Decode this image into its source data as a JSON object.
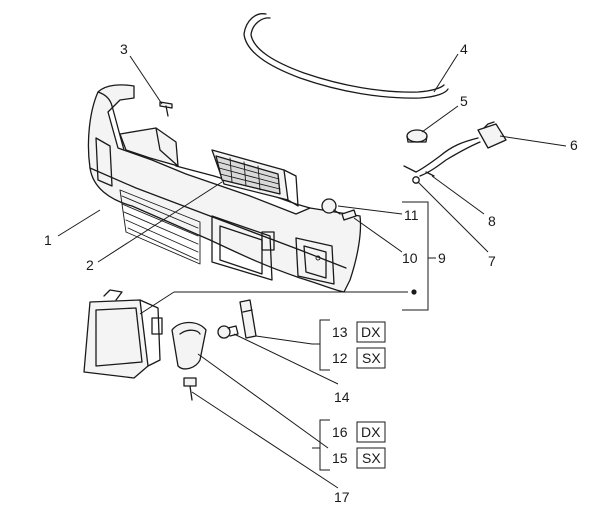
{
  "callouts": {
    "c1": "1",
    "c2": "2",
    "c3": "3",
    "c4": "4",
    "c5": "5",
    "c6": "6",
    "c7": "7",
    "c8": "8",
    "c9": "9",
    "c10": "10",
    "c11": "11",
    "c12": "12",
    "c13": "13",
    "c14": "14",
    "c15": "15",
    "c16": "16",
    "c17": "17"
  },
  "variants": {
    "c13": "DX",
    "c12": "SX",
    "c16": "DX",
    "c15": "SX"
  }
}
